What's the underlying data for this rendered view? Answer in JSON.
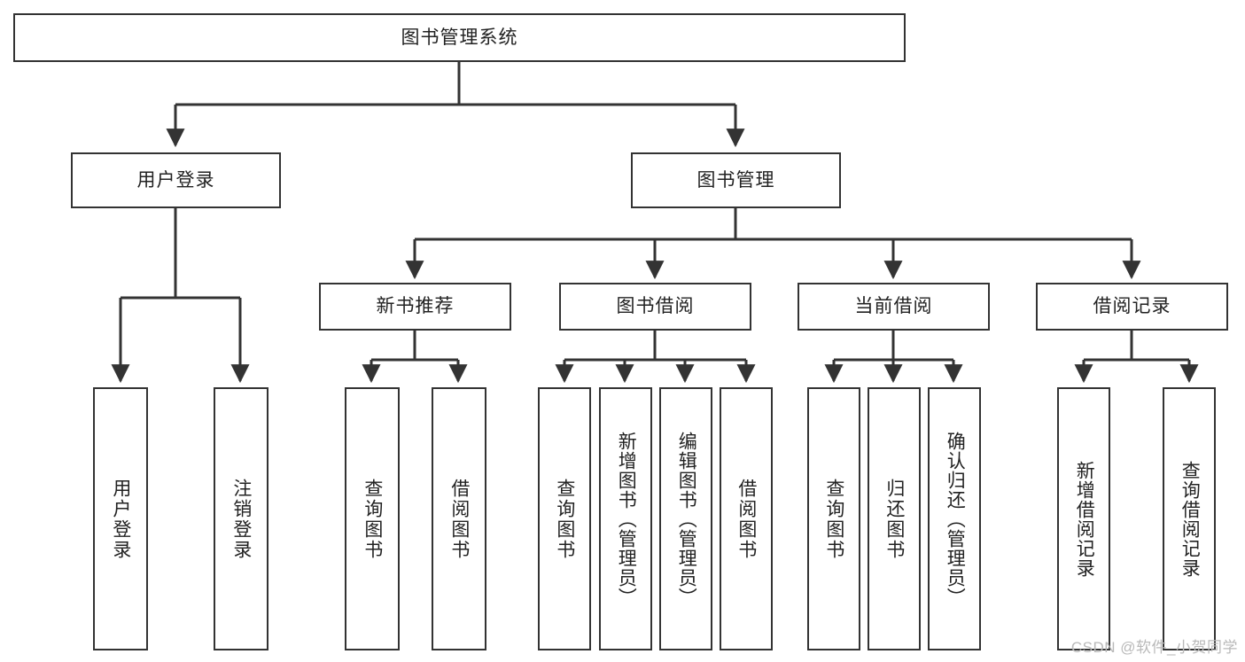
{
  "diagram": {
    "title": "图书管理系统",
    "watermark": "CSDN @软件_小贺同学",
    "colors": {
      "background": "#ffffff",
      "stroke": "#333333",
      "text": "#222222",
      "watermark": "#b9b9b9"
    },
    "root": {
      "label": "图书管理系统"
    },
    "level2": [
      {
        "label": "用户登录"
      },
      {
        "label": "图书管理"
      }
    ],
    "level3": [
      {
        "label": "新书推荐"
      },
      {
        "label": "图书借阅"
      },
      {
        "label": "当前借阅"
      },
      {
        "label": "借阅记录"
      }
    ],
    "leaves": {
      "user_login": [
        {
          "label": "用户登录"
        },
        {
          "label": "注销登录"
        }
      ],
      "new_book_recommend": [
        {
          "label": "查询图书"
        },
        {
          "label": "借阅图书"
        }
      ],
      "book_borrow": [
        {
          "label": "查询图书"
        },
        {
          "label": "新增图书（管理员）"
        },
        {
          "label": "编辑图书（管理员）"
        },
        {
          "label": "借阅图书"
        }
      ],
      "current_borrow": [
        {
          "label": "查询图书"
        },
        {
          "label": "归还图书"
        },
        {
          "label": "确认归还（管理员）"
        }
      ],
      "borrow_record": [
        {
          "label": "新增借阅记录"
        },
        {
          "label": "查询借阅记录"
        }
      ]
    }
  }
}
